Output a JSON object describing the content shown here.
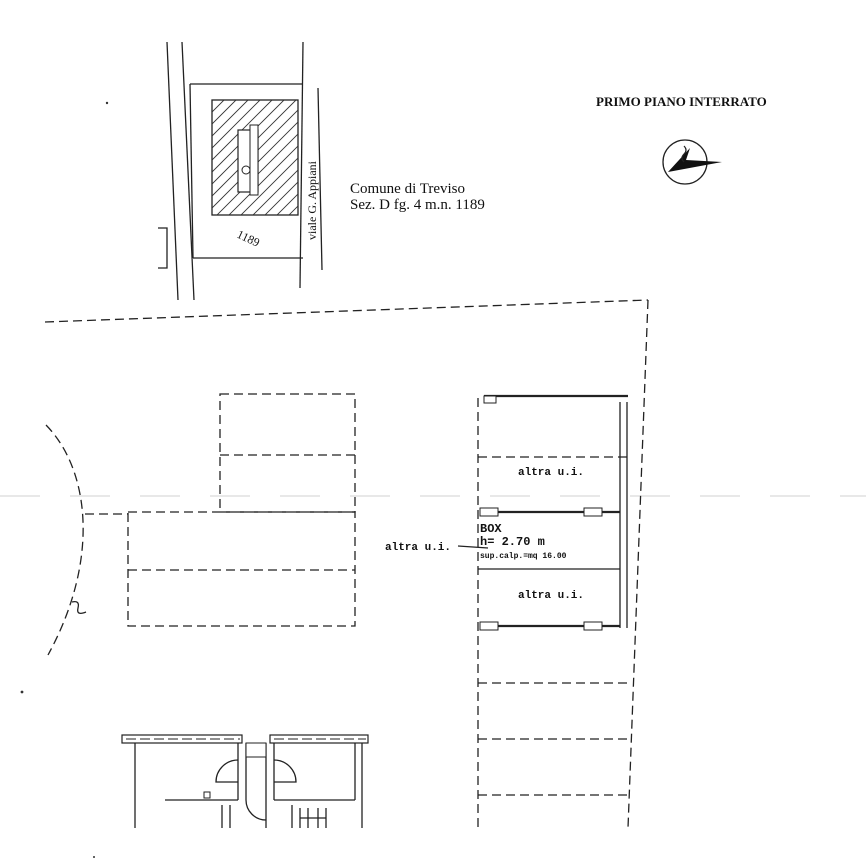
{
  "header": {
    "floor_title": "PRIMO PIANO INTERRATO"
  },
  "location": {
    "municipality": "Comune di Treviso",
    "cadastral_ref": "Sez. D fg. 4 m.n. 1189",
    "street_name": "viale G. Appiani",
    "parcel_number": "1189"
  },
  "plan": {
    "box_title": "BOX",
    "box_height": "h= 2.70 m",
    "box_area": "sup.calp.=mq 16.00",
    "other_unit_label": "altra u.i."
  },
  "icons": {
    "north": "north-arrow-icon"
  }
}
